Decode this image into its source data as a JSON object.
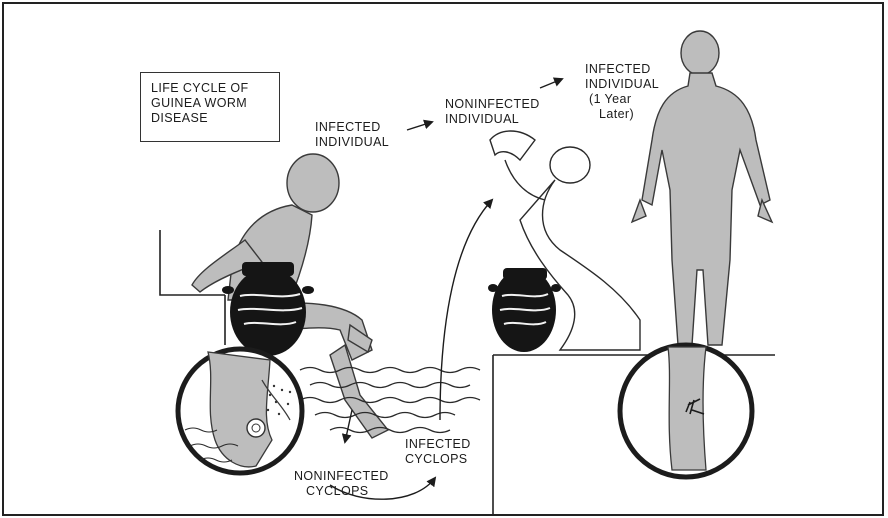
{
  "title": {
    "lines": [
      "LIFE CYCLE OF",
      "GUINEA WORM",
      "DISEASE"
    ]
  },
  "labels": {
    "infected_individual": [
      "INFECTED",
      "INDIVIDUAL"
    ],
    "noninfected_individual": [
      "NONINFECTED",
      "INDIVIDUAL"
    ],
    "infected_individual_later": [
      "INFECTED",
      "INDIVIDUAL",
      "(1 Year",
      "Later)"
    ],
    "infected_cyclops": [
      "INFECTED",
      "CYCLOPS"
    ],
    "noninfected_cyclops": [
      "NONINFECTED",
      "CYCLOPS"
    ]
  },
  "colors": {
    "ink": "#1c1c1c",
    "figure_fill": "#bdbdbd",
    "pot_fill": "#151515",
    "paper": "#ffffff"
  }
}
